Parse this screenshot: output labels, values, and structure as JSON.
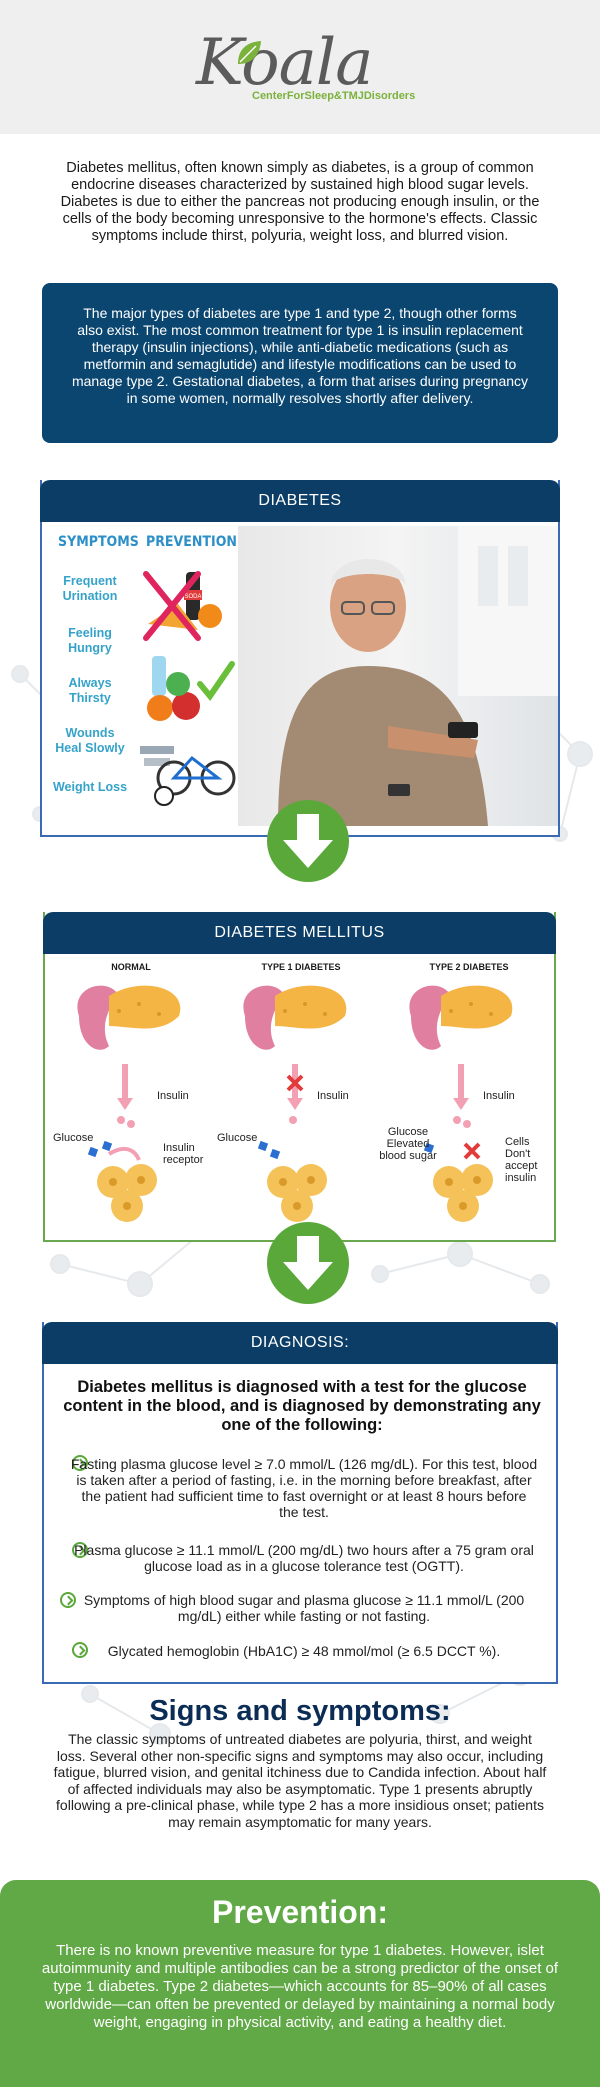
{
  "brand": {
    "logo": "Koala",
    "tagline": "CenterForSleep&TMJDisorders"
  },
  "intro": "Diabetes mellitus, often known simply as diabetes, is a group of common endocrine diseases characterized by sustained high blood sugar levels. Diabetes is due to either the pancreas not producing enough insulin, or the cells of the body becoming unresponsive to the hormone's effects. Classic symptoms include thirst, polyuria, weight loss, and blurred vision.",
  "types_box": "The major types of diabetes are type 1 and type 2, though other forms also exist. The most common treatment for type 1 is insulin replacement therapy (insulin injections), while anti-diabetic medications (such as metformin and semaglutide) and lifestyle modifications can be used to manage type 2. Gestational diabetes, a form that arises during pregnancy in some women, normally resolves shortly after delivery.",
  "diabetes_panel": {
    "title": "DIABETES",
    "symptoms_label": "SYMPTOMS",
    "prevention_label": "PREVENTION",
    "symptoms": [
      "Frequent Urination",
      "Feeling Hungry",
      "Always Thirsty",
      "Wounds Heal Slowly",
      "Weight Loss"
    ],
    "soda_label": "SODA"
  },
  "mellitus_panel": {
    "title": "DIABETES MELLITUS",
    "columns": [
      "NORMAL",
      "TYPE 1 DIABETES",
      "TYPE 2 DIABETES"
    ],
    "insulin": "Insulin",
    "glucose": "Glucose",
    "insulin_receptor": "Insulin receptor",
    "glucose_elevated": "Glucose Elevated blood sugar",
    "cells_dont_accept": "Cells Don't accept insulin"
  },
  "diagnosis_panel": {
    "title": "DIAGNOSIS:",
    "lead": "Diabetes mellitus is diagnosed with a test for the glucose content in the blood, and is diagnosed by demonstrating any one of the following:",
    "items": [
      "Fasting plasma glucose level ≥ 7.0 mmol/L (126 mg/dL). For this test, blood is taken after a period of fasting, i.e. in the morning before breakfast, after the patient had sufficient time to fast overnight or at least 8 hours before the test.",
      "Plasma glucose ≥ 11.1 mmol/L (200 mg/dL) two hours after a 75 gram oral glucose load as in a glucose tolerance test (OGTT).",
      "Symptoms of high blood sugar and plasma glucose ≥ 11.1 mmol/L (200 mg/dL) either while fasting or not fasting.",
      "Glycated hemoglobin (HbA1C) ≥ 48 mmol/mol (≥ 6.5 DCCT %)."
    ]
  },
  "signs": {
    "title": "Signs and symptoms:",
    "text": "The classic symptoms of untreated diabetes are polyuria, thirst, and weight loss. Several other non-specific signs and symptoms may also occur, including fatigue, blurred vision, and genital itchiness due to Candida infection. About half of affected individuals may also be asymptomatic. Type 1 presents abruptly following a pre-clinical phase, while type 2 has a more insidious onset; patients may remain asymptomatic for many years."
  },
  "prevention": {
    "title": "Prevention:",
    "text": "There is no known preventive measure for type 1 diabetes. However, islet autoimmunity and multiple antibodies can be a strong predictor of the onset of type 1 diabetes. Type 2 diabetes—which accounts for 85–90% of all cases worldwide—can often be prevented or delayed by maintaining a normal body weight, engaging in physical activity, and eating a healthy diet."
  },
  "colors": {
    "navy": "#0b3d66",
    "green": "#61a846",
    "accent_blue": "#2d8fc8"
  },
  "icons": [
    "leaf-icon",
    "arrow-down-icon",
    "check-circle-icon",
    "pancreas-icon",
    "cross-icon",
    "bicycle-icon",
    "soccer-ball-icon"
  ]
}
